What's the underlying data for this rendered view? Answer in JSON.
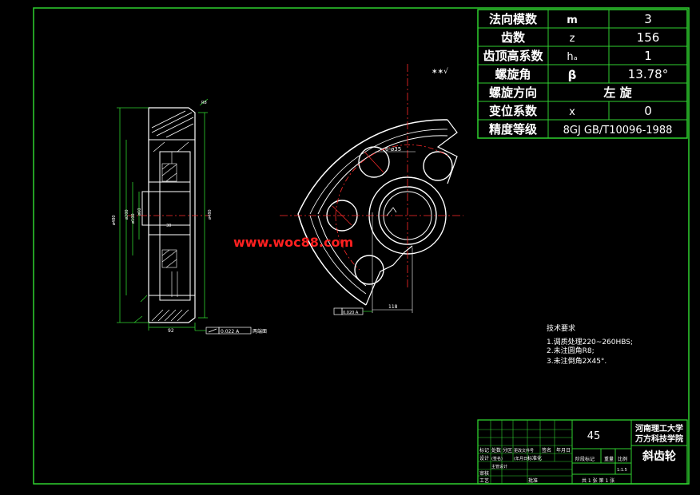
{
  "drawing": {
    "watermark": "www.woc88.com",
    "roughness_top": "∗∗√",
    "parameter_table": [
      {
        "name": "法向模数",
        "symbol": "m",
        "value": "3"
      },
      {
        "name": "齿数",
        "symbol": "z",
        "value": "156"
      },
      {
        "name": "齿顶高系数",
        "symbol": "hₐ",
        "value": "1"
      },
      {
        "name": "螺旋角",
        "symbol": "β",
        "value": "13.78°"
      },
      {
        "name": "螺旋方向",
        "symbol": "",
        "value": "左 旋"
      },
      {
        "name": "变位系数",
        "symbol": "x",
        "value": "0"
      },
      {
        "name": "精度等级",
        "symbol": "",
        "value": "8GJ GB/T10096-1988"
      }
    ],
    "tech_requirements": {
      "title": "技术要求",
      "items": [
        "1.调质处理220~260HBS;",
        "2.未注圆角R8;",
        "3.未注倒角2X45°."
      ]
    },
    "dimensions": {
      "hole_circle": "6-ø35",
      "width_right": "118",
      "tol_left": "0.022 A",
      "tol_left_note": "两端面",
      "tol_right": "0.020 A",
      "dim_bottom_left": "92"
    },
    "title_block": {
      "material": "45",
      "school": "河南理工大学",
      "college": "万方科技学院",
      "part_name": "斜齿轮",
      "headers": [
        "标记",
        "处数",
        "分区",
        "更改文件号",
        "签名",
        "年月日"
      ],
      "headers2": [
        "设计",
        "(签名)",
        "(年月日)",
        "标准化"
      ],
      "stage_labels": [
        "阶段标记",
        "重量",
        "比例"
      ],
      "scale": "1:1.5",
      "sheets": "共 1 张  第 1 张",
      "review": "审核",
      "process": "工艺",
      "approve": "批准",
      "approve_main": "主管设计"
    }
  }
}
